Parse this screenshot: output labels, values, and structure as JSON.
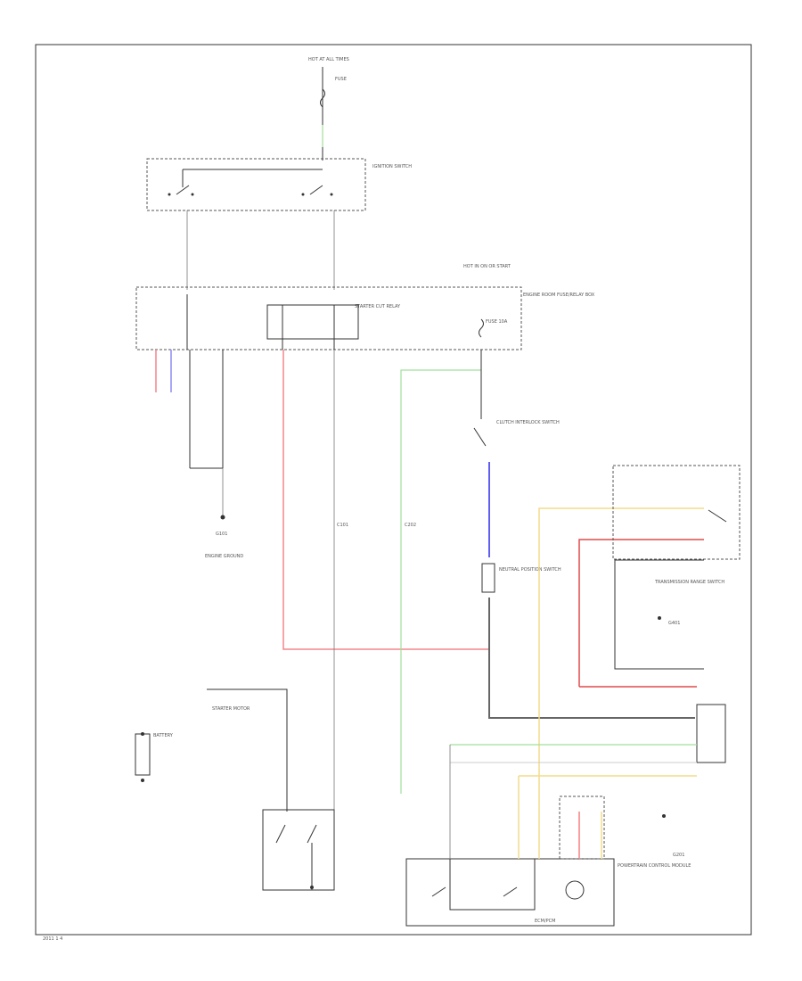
{
  "diagram": {
    "labels": {
      "hot_at_all_times": "HOT AT ALL TIMES",
      "fuse_label": "FUSE",
      "ignition_switch": "IGNITION SWITCH",
      "hot_in_on": "HOT IN ON OR START",
      "relay_box": "ENGINE ROOM FUSE/RELAY BOX",
      "starter_relay": "STARTER CUT RELAY",
      "fuse_small": "FUSE 10A",
      "clutch_switch": "CLUTCH INTERLOCK SWITCH",
      "ground_label": "G101",
      "ground_desc": "ENGINE GROUND",
      "starter_motor": "STARTER MOTOR",
      "battery": "BATTERY",
      "connector_a": "C101",
      "connector_b": "C202",
      "pcm": "POWERTRAIN CONTROL MODULE",
      "transmission_range": "TRANSMISSION RANGE SWITCH",
      "ecm_label": "ECM/PCM",
      "neutral_position": "NEUTRAL POSITION SWITCH",
      "ground_2": "G401",
      "ground_3": "G201",
      "footer": "2011 1 4"
    }
  }
}
